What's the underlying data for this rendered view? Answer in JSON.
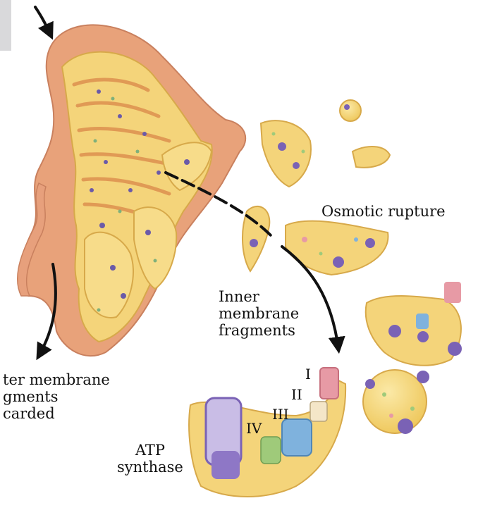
{
  "labels": {
    "osmotic_rupture": "Osmotic rupture",
    "inner_fragments": [
      "Inner",
      "membrane",
      "fragments"
    ],
    "outer_discarded": [
      "ter membrane",
      "gments",
      "carded"
    ],
    "atp_synthase": [
      "ATP",
      "synthase"
    ],
    "complex_1": "I",
    "complex_2": "II",
    "complex_3": "III",
    "complex_4": "IV"
  },
  "colors": {
    "outer_membrane": "#e8a27a",
    "inner_membrane": "#f4d47a",
    "complex_purple": "#8e77c6",
    "complex_pink": "#e79aa5",
    "complex_blue": "#7fb2dd",
    "complex_green": "#9fca7a",
    "arrow": "#111111"
  }
}
